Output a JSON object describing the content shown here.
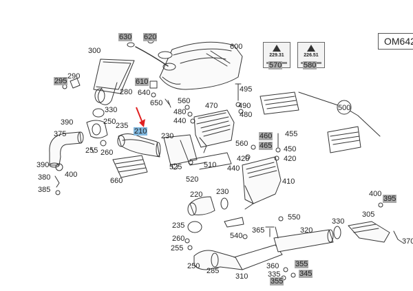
{
  "header": {
    "model_code": "OM642"
  },
  "warning_cards": [
    {
      "code": "229.31"
    },
    {
      "code": "226.51"
    }
  ],
  "labels": [
    {
      "key": "630",
      "text": "630",
      "highlight": true
    },
    {
      "key": "620",
      "text": "620",
      "highlight": true
    },
    {
      "key": "600",
      "text": "600",
      "highlight": false
    },
    {
      "key": "300",
      "text": "300",
      "highlight": false
    },
    {
      "key": "290",
      "text": "290",
      "highlight": false
    },
    {
      "key": "295",
      "text": "295",
      "highlight": true
    },
    {
      "key": "610",
      "text": "610",
      "highlight": true
    },
    {
      "key": "640",
      "text": "640",
      "highlight": false
    },
    {
      "key": "280",
      "text": "280",
      "highlight": false
    },
    {
      "key": "650",
      "text": "650",
      "highlight": false
    },
    {
      "key": "570",
      "text": "570",
      "highlight": true
    },
    {
      "key": "580",
      "text": "580",
      "highlight": true
    },
    {
      "key": "495",
      "text": "495",
      "highlight": false
    },
    {
      "key": "560a",
      "text": "560",
      "highlight": false
    },
    {
      "key": "470",
      "text": "470",
      "highlight": false
    },
    {
      "key": "490",
      "text": "490",
      "highlight": false
    },
    {
      "key": "480a",
      "text": "480",
      "highlight": false
    },
    {
      "key": "480b",
      "text": "480",
      "highlight": false
    },
    {
      "key": "440a",
      "text": "440",
      "highlight": false
    },
    {
      "key": "500",
      "text": "500",
      "highlight": false
    },
    {
      "key": "390a",
      "text": "390",
      "highlight": false
    },
    {
      "key": "330a",
      "text": "330",
      "highlight": false
    },
    {
      "key": "250a",
      "text": "250",
      "highlight": false
    },
    {
      "key": "235a",
      "text": "235",
      "highlight": false
    },
    {
      "key": "210",
      "text": "210",
      "highlight": false,
      "selected": true
    },
    {
      "key": "375",
      "text": "375",
      "highlight": false
    },
    {
      "key": "230a",
      "text": "230",
      "highlight": false
    },
    {
      "key": "255a",
      "text": "255",
      "highlight": false
    },
    {
      "key": "260a",
      "text": "260",
      "highlight": false
    },
    {
      "key": "460",
      "text": "460",
      "highlight": true
    },
    {
      "key": "465",
      "text": "465",
      "highlight": true
    },
    {
      "key": "455",
      "text": "455",
      "highlight": false
    },
    {
      "key": "560b",
      "text": "560",
      "highlight": false
    },
    {
      "key": "450",
      "text": "450",
      "highlight": false
    },
    {
      "key": "420a",
      "text": "420",
      "highlight": false
    },
    {
      "key": "420b",
      "text": "420",
      "highlight": false
    },
    {
      "key": "440b",
      "text": "440",
      "highlight": false
    },
    {
      "key": "390b",
      "text": "390",
      "highlight": false
    },
    {
      "key": "400a",
      "text": "400",
      "highlight": false
    },
    {
      "key": "380",
      "text": "380",
      "highlight": false
    },
    {
      "key": "385",
      "text": "385",
      "highlight": false
    },
    {
      "key": "660",
      "text": "660",
      "highlight": false
    },
    {
      "key": "525",
      "text": "525",
      "highlight": false
    },
    {
      "key": "510",
      "text": "510",
      "highlight": false
    },
    {
      "key": "520",
      "text": "520",
      "highlight": false
    },
    {
      "key": "410",
      "text": "410",
      "highlight": false
    },
    {
      "key": "220",
      "text": "220",
      "highlight": false
    },
    {
      "key": "230b",
      "text": "230",
      "highlight": false
    },
    {
      "key": "400b",
      "text": "400",
      "highlight": false
    },
    {
      "key": "395",
      "text": "395",
      "highlight": true
    },
    {
      "key": "305",
      "text": "305",
      "highlight": false
    },
    {
      "key": "235b",
      "text": "235",
      "highlight": false
    },
    {
      "key": "550",
      "text": "550",
      "highlight": false
    },
    {
      "key": "330b",
      "text": "330",
      "highlight": false
    },
    {
      "key": "370",
      "text": "370",
      "highlight": false
    },
    {
      "key": "365",
      "text": "365",
      "highlight": false
    },
    {
      "key": "320",
      "text": "320",
      "highlight": false
    },
    {
      "key": "540",
      "text": "540",
      "highlight": false
    },
    {
      "key": "260b",
      "text": "260",
      "highlight": false
    },
    {
      "key": "255b",
      "text": "255",
      "highlight": false
    },
    {
      "key": "250b",
      "text": "250",
      "highlight": false
    },
    {
      "key": "285",
      "text": "285",
      "highlight": false
    },
    {
      "key": "310",
      "text": "310",
      "highlight": false
    },
    {
      "key": "360",
      "text": "360",
      "highlight": false
    },
    {
      "key": "335",
      "text": "335",
      "highlight": false
    },
    {
      "key": "355a",
      "text": "355",
      "highlight": true
    },
    {
      "key": "345",
      "text": "345",
      "highlight": true
    },
    {
      "key": "355b",
      "text": "355",
      "highlight": true
    }
  ],
  "colors": {
    "highlight": "#a9a9a9",
    "selected": "#7fb6dd",
    "arrow": "#e02020",
    "line": "#333333"
  }
}
